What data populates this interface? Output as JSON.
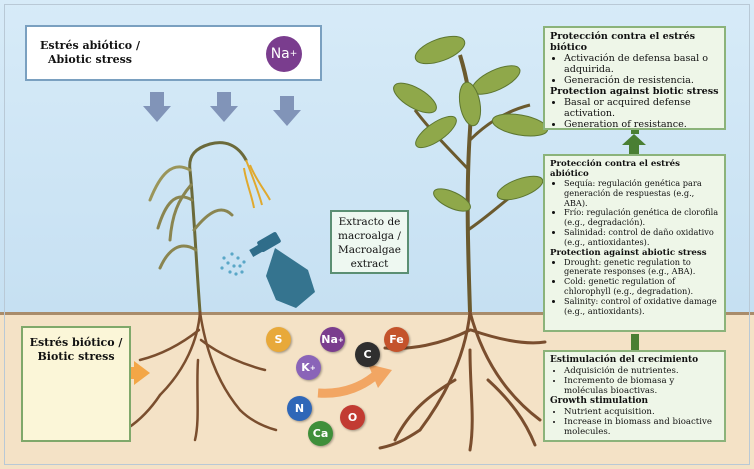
{
  "abiotic_stress": {
    "label": "Estrés abiótico / Abiotic stress",
    "icons": [
      "sun-icon",
      "snowflake-icon",
      "sodium-ion-icon"
    ],
    "sodium_symbol": "Na",
    "sodium_charge": "+"
  },
  "biotic_stress": {
    "label": "Estrés biótico / Biotic stress",
    "icons": [
      "virus-icon",
      "bacteria-icon",
      "fungus-icon",
      "pathogen-cells-icon"
    ]
  },
  "extract": {
    "label": "Extracto de macroalga / Macroalgae extract",
    "icon": "spray-bottle-icon"
  },
  "nutrients": [
    {
      "symbol": "S",
      "charge": "",
      "color": "#e8a93a"
    },
    {
      "symbol": "Na",
      "charge": "+",
      "color": "#7a3d8e"
    },
    {
      "symbol": "C",
      "charge": "",
      "color": "#2f2f2f"
    },
    {
      "symbol": "Fe",
      "charge": "",
      "color": "#c4532b"
    },
    {
      "symbol": "K",
      "charge": "+",
      "color": "#8a64b8"
    },
    {
      "symbol": "N",
      "charge": "",
      "color": "#2f67b8"
    },
    {
      "symbol": "O",
      "charge": "",
      "color": "#c23b32"
    },
    {
      "symbol": "Ca",
      "charge": "",
      "color": "#3f8f3a"
    }
  ],
  "biotic_protection": {
    "title_es": "Protección contra el estrés biótico",
    "items_es": [
      "Activación de defensa basal o adquirida.",
      "Generación de resistencia."
    ],
    "title_en": "Protection against biotic stress",
    "items_en": [
      "Basal or acquired defense activation.",
      "Generation of resistance."
    ]
  },
  "abiotic_protection": {
    "title_es": "Protección contra el estrés abiótico",
    "items_es": [
      "Sequía: regulación genética para generación de respuestas (e.g., ABA).",
      "Frío: regulación genética de clorofila (e.g., degradación).",
      "Salinidad: control de daño oxidativo (e.g., antioxidantes)."
    ],
    "title_en": "Protection against abiotic stress",
    "items_en": [
      "Drought: genetic regulation to generate responses (e.g., ABA).",
      "Cold: genetic regulation of chlorophyll (e.g., degradation).",
      "Salinity: control of oxidative damage (e.g., antioxidants)."
    ]
  },
  "growth": {
    "title_es": "Estimulación del crecimiento",
    "items_es": [
      "Adquisición de nutrientes.",
      "Incremento de biomasa y moléculas bioactivas."
    ],
    "title_en": "Growth stimulation",
    "items_en": [
      "Nutrient acquisition.",
      "Increase in biomass and bioactive molecules."
    ]
  },
  "colors": {
    "sky": "#cfe6f6",
    "soil": "#f4e2c6",
    "box_green": "#8bb37a",
    "arrow_blue": "#7f93b7",
    "arrow_orange": "#f0a040",
    "arrow_green": "#3f7d2f"
  }
}
